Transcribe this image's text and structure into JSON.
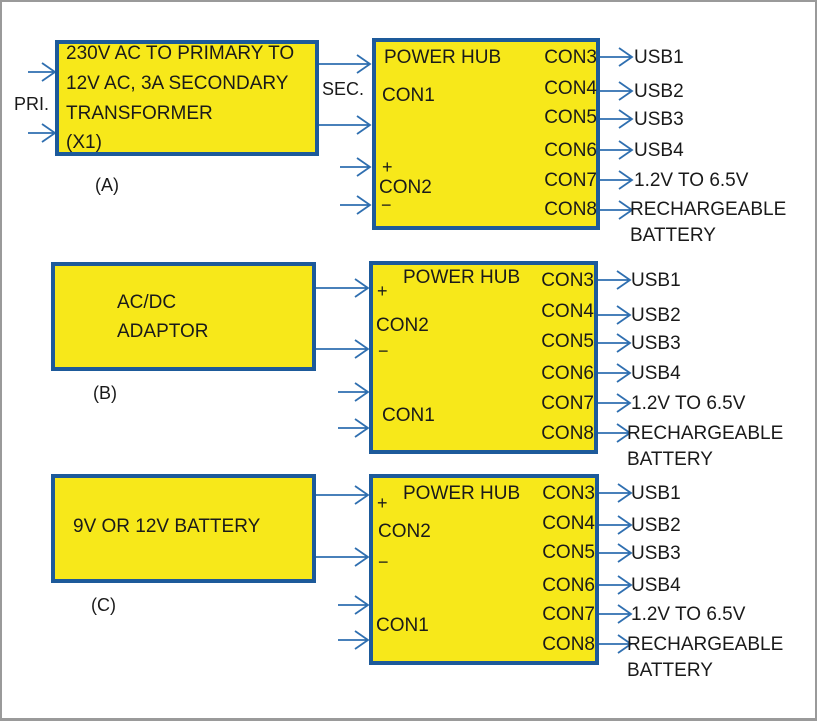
{
  "colors": {
    "block_fill": "#f7e81a",
    "block_border": "#1d5a9a",
    "wire": "#2f6fb0",
    "frame": "#9a9a9a"
  },
  "outputs": [
    "USB1",
    "USB2",
    "USB3",
    "USB4",
    "1.2V TO 6.5V",
    "RECHARGEABLE",
    "BATTERY"
  ],
  "hub": {
    "title": "POWER HUB",
    "con1": "CON1",
    "con2": "CON2",
    "plus": "+",
    "minus": "−",
    "outs": [
      "CON3",
      "CON4",
      "CON5",
      "CON6",
      "CON7",
      "CON8"
    ]
  },
  "section_a": {
    "label": "(A)",
    "source_lines": [
      "230V AC TO PRIMARY TO",
      "12V AC, 3A SECONDARY",
      "TRANSFORMER",
      "(X1)"
    ],
    "pri_label": "PRI.",
    "sec_label": "SEC."
  },
  "section_b": {
    "label": "(B)",
    "source_lines": [
      "AC/DC",
      "ADAPTOR"
    ]
  },
  "section_c": {
    "label": "(C)",
    "source_lines": [
      "9V OR 12V BATTERY"
    ]
  }
}
